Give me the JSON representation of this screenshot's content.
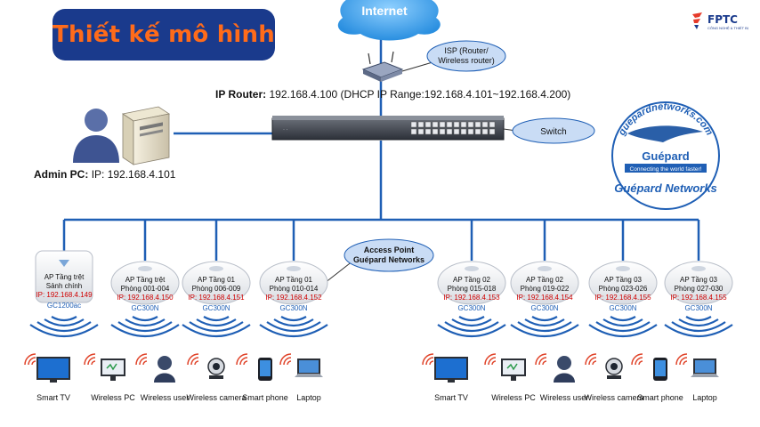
{
  "title": "Thiết kế mô hình",
  "logo": {
    "brand": "FPTC",
    "tagline": "CÔNG NGHỆ & THIẾT BỊ"
  },
  "cloud_label": "Internet",
  "isp_callout": "ISP (Router/ Wireless router)",
  "switch_callout": "Switch",
  "ap_callout": "Access Point Guépard Networks",
  "router": {
    "label": "IP Router:",
    "text": "192.168.4.100 (DHCP IP Range:192.168.4.101~192.168.4.200)"
  },
  "admin": {
    "label": "Admin PC:",
    "text": "IP: 192.168.4.101"
  },
  "guepard_logo": {
    "top": "guepardnetworks.com",
    "brand": "Guépard",
    "slogan": "Connecting the world faster!",
    "bottom": "Guépard Networks"
  },
  "access_points": [
    {
      "name": "AP Tầng trệt",
      "room": "Sảnh chính",
      "ip": "IP: 192.168.4.149",
      "model": "GC1200ac"
    },
    {
      "name": "AP Tầng trệt",
      "room": "Phòng 001-004",
      "ip": "IP: 192.168.4.150",
      "model": "GC300N"
    },
    {
      "name": "AP Tầng 01",
      "room": "Phòng 006-009",
      "ip": "IP: 192.168.4.151",
      "model": "GC300N"
    },
    {
      "name": "AP Tầng 01",
      "room": "Phòng 010-014",
      "ip": "IP: 192.168.4.152",
      "model": "GC300N"
    },
    {
      "name": "AP Tầng 02",
      "room": "Phòng 015-018",
      "ip": "IP: 192.168.4.153",
      "model": "GC300N"
    },
    {
      "name": "AP Tầng 02",
      "room": "Phòng 019-022",
      "ip": "IP: 192.168.4.154",
      "model": "GC300N"
    },
    {
      "name": "AP Tầng 03",
      "room": "Phòng 023-026",
      "ip": "IP: 192.168.4.155",
      "model": "GC300N"
    },
    {
      "name": "AP Tầng 03",
      "room": "Phòng 027-030",
      "ip": "IP: 192.168.4.155",
      "model": "GC300N"
    }
  ],
  "devices_left": [
    "Smart TV",
    "Wireless PC",
    "Wireless user",
    "Wireless camera",
    "Smart phone",
    "Laptop"
  ],
  "devices_right": [
    "Smart TV",
    "Wireless PC",
    "Wireless user",
    "Wireless camera",
    "Smart phone",
    "Laptop"
  ],
  "colors": {
    "banner": "#1a3a8c",
    "title": "#ff6b1a",
    "link": "#1f5fb5",
    "ip": "#d00000",
    "callout": "#c9dcf5"
  }
}
